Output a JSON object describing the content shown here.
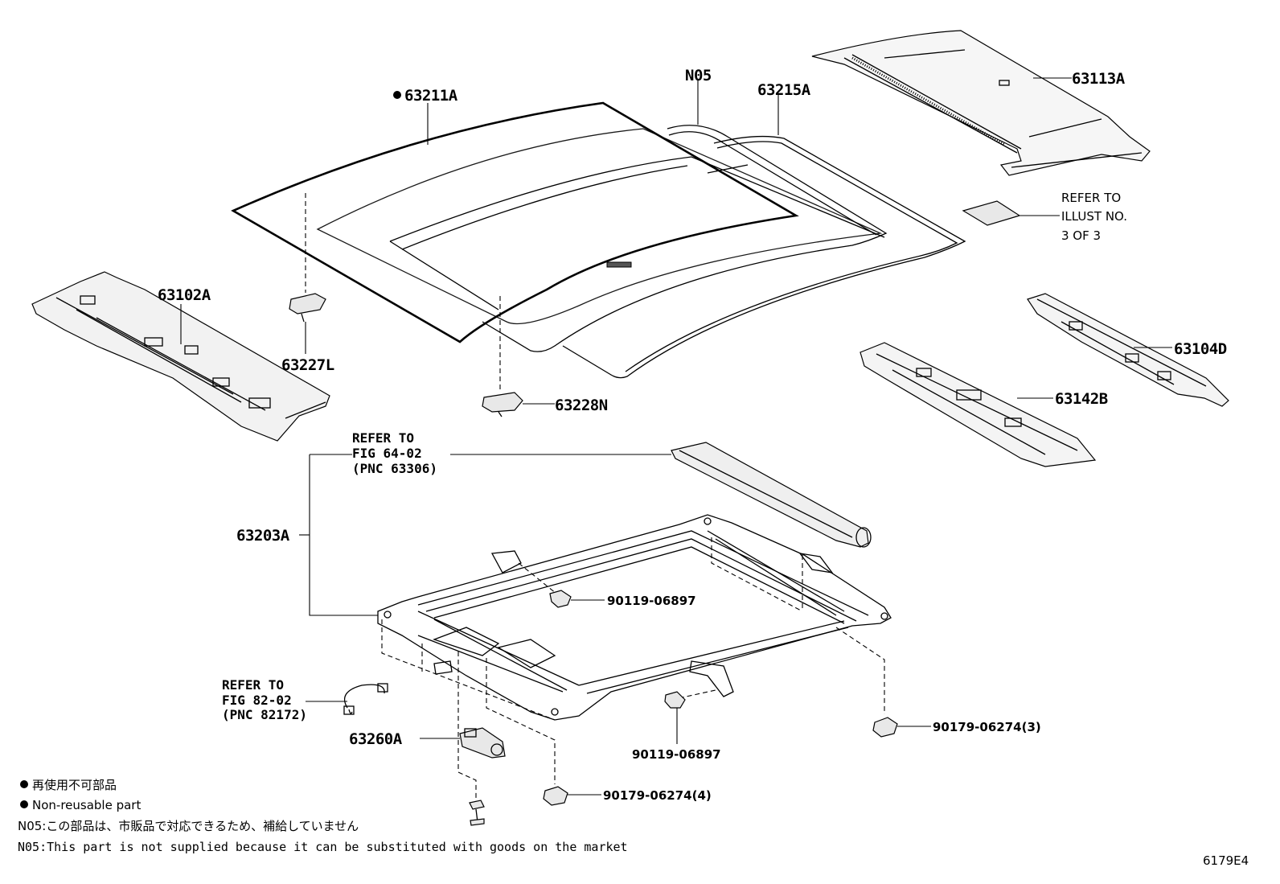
{
  "labels": {
    "glass": "63211A",
    "n05": "N05",
    "headliner": "63215A",
    "roof_panel": "63113A",
    "front_header": "63102A",
    "bracket_left": "63227L",
    "bracket_center": "63228N",
    "reinforce_rear": "63104D",
    "reinforce_mid": "63142B",
    "housing": "63203A",
    "motor": "63260A",
    "bolt_a": "90119-06897",
    "bolt_b": "90119-06897",
    "nut_right": "90179-06274(3)",
    "nut_bottom": "90179-06274(4)"
  },
  "refer_illust": [
    "REFER TO",
    "ILLUST NO.",
    "3 OF 3"
  ],
  "refer_fig64": [
    "REFER TO",
    "FIG 64-02",
    "(PNC 63306)"
  ],
  "refer_fig82": [
    "REFER TO",
    "FIG 82-02",
    "(PNC 82172)"
  ],
  "notes": {
    "jp_nonreusable": "再使用不可部品",
    "en_nonreusable": "Non-reusable part",
    "jp_n05": "N05:この部品は、市販品で対応できるため、補給していません",
    "en_n05": "N05:This part is not supplied because it can be substituted with goods on the market"
  },
  "figure_code": "6179E4"
}
